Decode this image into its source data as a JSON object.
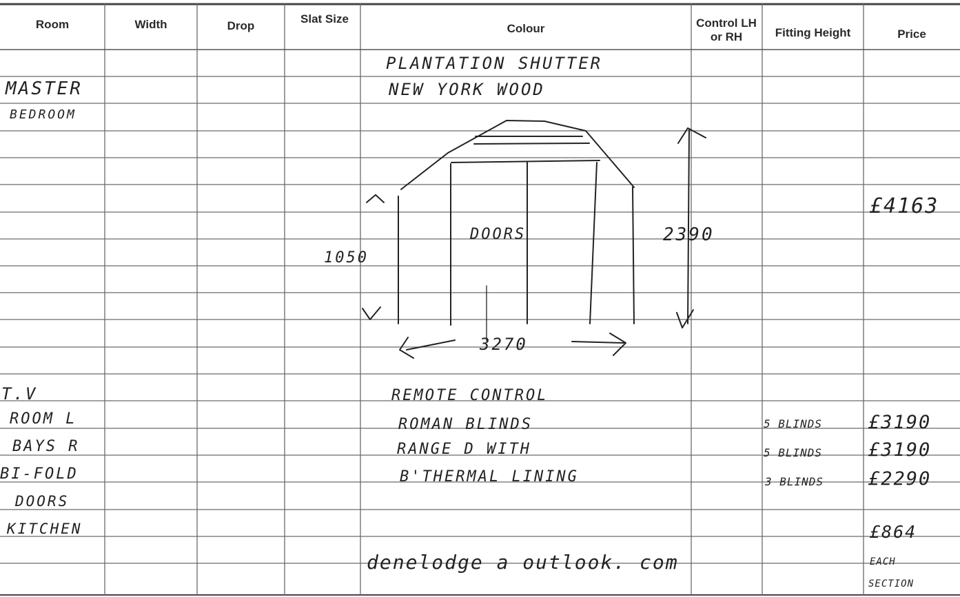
{
  "headers": {
    "room": "Room",
    "width": "Width",
    "drop": "Drop",
    "slat_size": "Slat Size",
    "colour": "Colour",
    "control": "Control LH or RH",
    "fitting_height": "Fitting Height",
    "price": "Price"
  },
  "room_column": {
    "master_line1": "MASTER",
    "master_line2": "BEDROOM",
    "tv_line1": "T.V",
    "tv_line2": "ROOM L",
    "tv_line3": "BAYS R",
    "tv_line4": "BI-FOLD",
    "tv_line5": "DOORS",
    "kitchen": "KITCHEN"
  },
  "colour_column": {
    "line1": "PLANTATION SHUTTER",
    "line2": "NEW YORK WOOD",
    "doors_label": "DOORS",
    "dim_height_left": "1050",
    "dim_height_right": "2390",
    "dim_width": "3270",
    "remote_line1": "REMOTE CONTROL",
    "remote_line2": "ROMAN BLINDS",
    "remote_line3": "RANGE D WITH",
    "remote_line4": "B'THERMAL LINING",
    "email": "denelodge a outlook. com"
  },
  "fitting_height_column": {
    "row1": "5 BLINDS",
    "row2": "5 BLINDS",
    "row3": "3 BLINDS"
  },
  "price_column": {
    "shutter": "£4163",
    "blinds1": "£3190",
    "blinds2": "£3190",
    "blinds3": "£2290",
    "kitchen": "£864",
    "each_line1": "EACH",
    "each_line2": "SECTION"
  },
  "colors": {
    "ink": "#222222",
    "rule": "#5a5a5a",
    "paper": "#ffffff"
  }
}
